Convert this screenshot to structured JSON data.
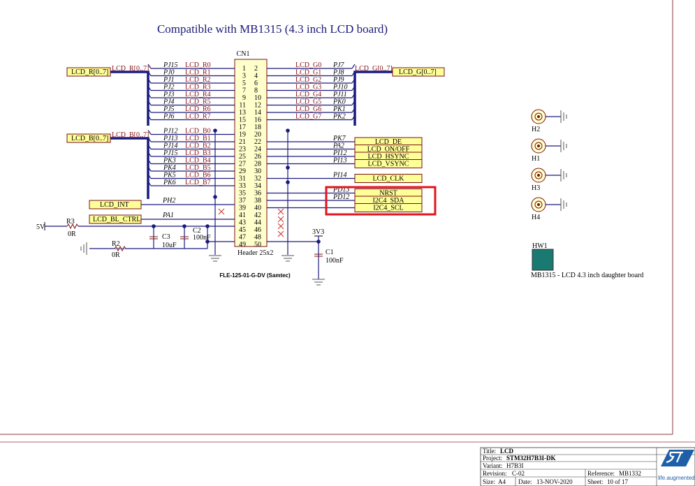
{
  "title": "Compatible with MB1315 (4.3 inch LCD board)",
  "connector": {
    "ref": "CN1",
    "value": "Header 25x2",
    "part": "FLE-125-01-G-DV (Samtec)",
    "left_pins": [
      "1",
      "3",
      "5",
      "7",
      "9",
      "11",
      "13",
      "15",
      "17",
      "19",
      "21",
      "23",
      "25",
      "27",
      "29",
      "31",
      "33",
      "35",
      "37",
      "39",
      "41",
      "43",
      "45",
      "47",
      "49"
    ],
    "right_pins": [
      "2",
      "4",
      "6",
      "8",
      "10",
      "12",
      "14",
      "16",
      "18",
      "20",
      "22",
      "24",
      "26",
      "28",
      "30",
      "32",
      "34",
      "36",
      "38",
      "40",
      "42",
      "44",
      "46",
      "48",
      "50"
    ]
  },
  "left_signals": [
    {
      "net": "PJ15",
      "sig": "LCD_R0"
    },
    {
      "net": "PJ0",
      "sig": "LCD_R1"
    },
    {
      "net": "PJ1",
      "sig": "LCD_R2"
    },
    {
      "net": "PJ3",
      "sig": "LCD_R4"
    },
    {
      "net": "PJ4",
      "sig": "LCD_R5"
    },
    {
      "net": "PJ5",
      "sig": "LCD_R6"
    },
    {
      "net": "PJ6",
      "sig": "LCD_R7"
    },
    {
      "net": "PJ12",
      "sig": "LCD_B0"
    },
    {
      "net": "PJ13",
      "sig": "LCD_B1"
    },
    {
      "net": "PJ14",
      "sig": "LCD_B2"
    },
    {
      "net": "PJ15",
      "sig": "LCD_B3"
    },
    {
      "net": "PK3",
      "sig": "LCD_B4"
    },
    {
      "net": "PK4",
      "sig": "LCD_B5"
    },
    {
      "net": "PK5",
      "sig": "LCD_B6"
    },
    {
      "net": "PK6",
      "sig": "LCD_B7"
    }
  ],
  "left_signal_pj2": {
    "net": "PJ2",
    "sig": "LCD_R3"
  },
  "right_signals": [
    {
      "net": "PJ7",
      "sig": "LCD_G0"
    },
    {
      "net": "PJ8",
      "sig": "LCD_G1"
    },
    {
      "net": "PJ9",
      "sig": "LCD_G2"
    },
    {
      "net": "PJ10",
      "sig": "LCD_G3"
    },
    {
      "net": "PJ11",
      "sig": "LCD_G4"
    },
    {
      "net": "PK0",
      "sig": "LCD_G5"
    },
    {
      "net": "PK1",
      "sig": "LCD_G6"
    },
    {
      "net": "PK2",
      "sig": "LCD_G7"
    }
  ],
  "buses": {
    "r_port": "LCD_R[0..7]",
    "b_port": "LCD_B[0..7]",
    "g_port": "LCD_G[0..7]",
    "r_bus": "LCD_R[0..7]",
    "b_bus": "LCD_B[0..7]",
    "g_bus": "LCD_G[0..7]"
  },
  "right_ports": [
    {
      "net": "PK7",
      "label": "LCD_DE"
    },
    {
      "net": "PA2",
      "label": "LCD_ON/OFF"
    },
    {
      "net": "PI12",
      "label": "LCD_HSYNC"
    },
    {
      "net": "PI13",
      "label": "LCD_VSYNC"
    },
    {
      "net": "PI14",
      "label": "LCD_CLK"
    },
    {
      "net": "PD13",
      "label": "NRST"
    },
    {
      "net": "PD12",
      "label": "I2C4_SDA"
    },
    {
      "net": "",
      "label": "I2C4_SCL"
    }
  ],
  "left_ports": [
    {
      "net": "PH2",
      "label": "LCD_INT"
    },
    {
      "net": "PA1",
      "label": "LCD_BL_CTRL"
    }
  ],
  "components": {
    "r3": {
      "ref": "R3",
      "val": "0R"
    },
    "r2": {
      "ref": "R2",
      "val": "0R"
    },
    "c3": {
      "ref": "C3",
      "val": "10uF"
    },
    "c2": {
      "ref": "C2",
      "val": "100nF"
    },
    "c1": {
      "ref": "C1",
      "val": "100nF"
    },
    "v5": "5V",
    "v33": "3V3"
  },
  "holes": [
    "H2",
    "H1",
    "H3",
    "H4"
  ],
  "hw": {
    "ref": "HW1",
    "desc": "MB1315 - LCD 4.3 inch daughter board"
  },
  "title_block": {
    "title_label": "Title:",
    "title": "LCD",
    "project_label": "Project:",
    "project": "STM32H7B3I-DK",
    "variant_label": "Variant:",
    "variant": "H7B3I",
    "revision_label": "Revision:",
    "revision": "C-02",
    "reference_label": "Reference:",
    "reference": "MB1332",
    "size_label": "Size:",
    "size": "A4",
    "date_label": "Date:",
    "date": "13-NOV-2020",
    "sheet_label": "Sheet:",
    "sheet": "10  of  17",
    "logo_sub": "life.augmented"
  },
  "colors": {
    "highlight": "#e0141c",
    "wire": "#1a1a80",
    "label_fill": "#ffff99",
    "hw_fill": "#1a7a72",
    "frame": "#8b3a3a"
  }
}
